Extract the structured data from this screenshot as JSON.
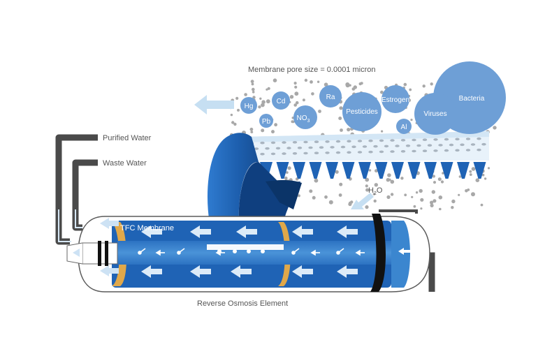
{
  "labels": {
    "pore_size": "Membrane pore size = 0.0001 micron",
    "purified_water": "Purified Water",
    "waste_water": "Waste Water",
    "tfc_membrane": "TFC Membrane",
    "element": "Reverse Osmosis Element",
    "water": "H",
    "water_sub": "2",
    "water_end": "O"
  },
  "contaminants": {
    "hg": "Hg",
    "pb": "Pb",
    "cd": "Cd",
    "no3": "NO",
    "no3_sub": "3",
    "ra": "Ra",
    "pesticides": "Pesticides",
    "estrogen": "Estrogen",
    "al": "Al",
    "viruses": "Viruses",
    "bacteria": "Bacteria"
  },
  "colors": {
    "tube_blue": "#1f63b5",
    "core_blue": "#3b86cf",
    "light_blue": "#b9d7ef",
    "bubble_blue": "#6e9fd6",
    "dark_navy": "#0e3d76",
    "pipe_gray": "#4a4a4a",
    "seal_gold": "#e0a84a"
  }
}
